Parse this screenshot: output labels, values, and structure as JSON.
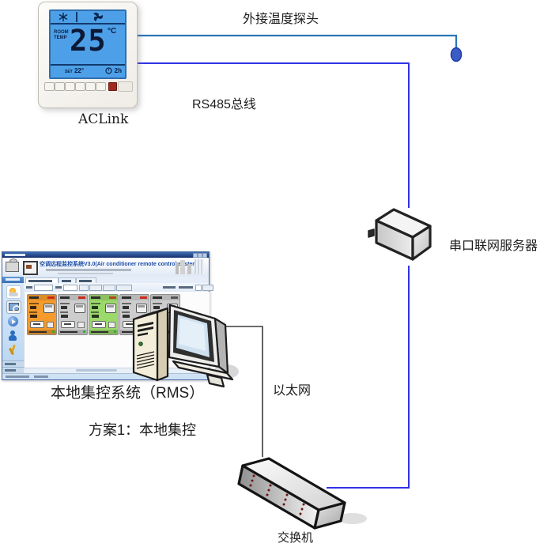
{
  "diagram": {
    "labels": {
      "probe": "外接温度探头",
      "rs485": "RS485总线",
      "server": "串口联网服务器",
      "ethernet": "以太网",
      "switch": "交换机",
      "aclink": "ACLink",
      "rms": "本地集控系统（RMS）",
      "scheme": "方案1：本地集控"
    },
    "line_colors": {
      "probe_line": "#2E75B6",
      "rs485_bus": "#3232E8",
      "ethernet": "#3C3C3C"
    }
  },
  "thermostat": {
    "room_label": "ROOM",
    "temp_label": "TEMP",
    "temperature": "25",
    "unit": "°C",
    "set_label": "SET",
    "set_value": "22°",
    "timer_value": "2h",
    "screen_color": "#4DA0E8"
  },
  "software": {
    "banner_title": "空调远程监控系统V3.0(Air conditioner remote control system)",
    "cards": [
      {
        "color": "#F59B2C",
        "status_color": "#CC2A1A"
      },
      {
        "color": "#CDCDCD",
        "status_color": "#CC2A1A"
      },
      {
        "color": "#9BD96A",
        "status_color": "#B5481E"
      },
      {
        "color": "#CDCDCD",
        "status_color": "#CC2A1A"
      },
      {
        "color": "#CDCDCD",
        "status_color": "#555555"
      }
    ]
  }
}
